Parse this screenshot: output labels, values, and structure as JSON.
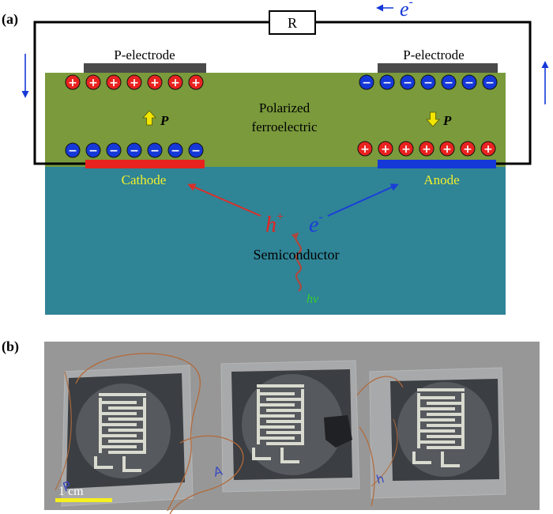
{
  "panel_a": {
    "label": "(a)",
    "resistor_label": "R",
    "electron_flow_label": "e",
    "electron_flow_sup": "-",
    "p_electrode_left": "P-electrode",
    "p_electrode_right": "P-electrode",
    "polarized_line1": "Polarized",
    "polarized_line2": "ferroelectric",
    "polarization_symbol": "P",
    "cathode_label": "Cathode",
    "anode_label": "Anode",
    "hole_label": "h",
    "hole_sup": "+",
    "electron_label": "e",
    "electron_sup": "-",
    "semiconductor_label": "Semiconductor",
    "photon_label": "hv",
    "plus_glyph": "+",
    "minus_glyph": "−",
    "colors": {
      "ferroelectric": "#7a9a3c",
      "semiconductor": "#2f8496",
      "cathode": "#e8231f",
      "anode": "#1538d8",
      "p_electrode": "#4a4a4a",
      "wire": "#000000",
      "hole_arrow": "#d9302a",
      "electron_arrow": "#1a3fd8",
      "polarization_arrow": "#f2e600",
      "label_yellow": "#f4ef2a",
      "photon_green": "#39d02a"
    }
  },
  "panel_b": {
    "label": "(b)",
    "scale_bar_label": "1 cm",
    "colors": {
      "background": "#9a9a9a",
      "device_dark": "#3b3e42",
      "electrode_light": "#d9dbd0",
      "copper_wire": "#b26a3a",
      "scale_bar": "#f5ef1e"
    }
  }
}
